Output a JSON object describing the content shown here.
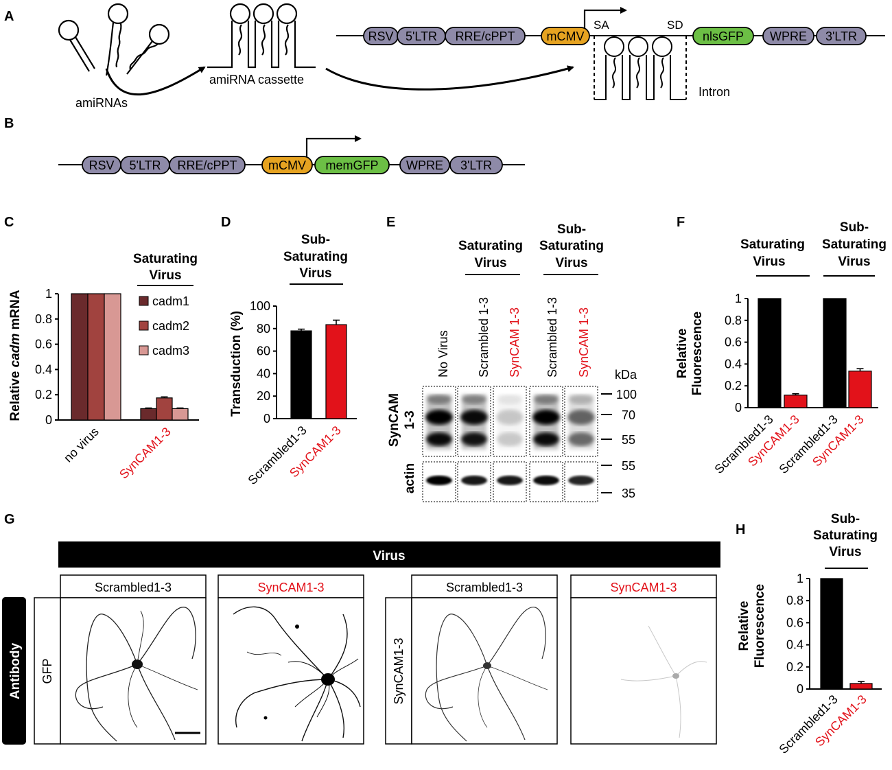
{
  "colors": {
    "cassette": "#8e8aa8",
    "cmv": "#e6a321",
    "gfp": "#6cbf45",
    "red": "#e2121a",
    "cadm1": "#6a2a2c",
    "cadm2": "#a1433f",
    "cadm3": "#d89894",
    "black": "#000000"
  },
  "panelA": {
    "letter": "A",
    "amirnas": "amiRNAs",
    "cassette": "amiRNA cassette",
    "construct": [
      "RSV",
      "5'LTR",
      "RRE/cPPT",
      "mCMV",
      "nlsGFP",
      "WPRE",
      "3'LTR"
    ],
    "sa": "SA",
    "sd": "SD",
    "intron": "Intron"
  },
  "panelB": {
    "letter": "B",
    "construct": [
      "RSV",
      "5'LTR",
      "RRE/cPPT",
      "mCMV",
      "memGFP",
      "WPRE",
      "3'LTR"
    ]
  },
  "panelC": {
    "letter": "C",
    "header": [
      "Saturating",
      "Virus"
    ],
    "ylabel_pre": "Relative ",
    "ylabel_em": "cadm",
    "ylabel_post": " mRNA"
  },
  "panelD": {
    "letter": "D",
    "header": [
      "Sub-",
      "Saturating",
      "Virus"
    ],
    "ylabel": "Transduction (%)"
  },
  "panelE": {
    "letter": "E",
    "header1": [
      "Saturating",
      "Virus"
    ],
    "header2": [
      "Sub-",
      "Saturating",
      "Virus"
    ],
    "lanes": [
      "No Virus",
      "Scrambled 1-3",
      "SynCAM 1-3",
      "Scrambled 1-3",
      "SynCAM 1-3"
    ],
    "row1": [
      "SynCAM",
      "1-3"
    ],
    "row2": "actin",
    "kda": "kDa",
    "markers": [
      "100",
      "70",
      "55",
      "55",
      "35"
    ]
  },
  "panelF": {
    "letter": "F",
    "header1": [
      "Saturating",
      "Virus"
    ],
    "header2": [
      "Sub-",
      "Saturating",
      "Virus"
    ],
    "ylabel": [
      "Relative",
      "Fluorescence"
    ]
  },
  "panelG": {
    "letter": "G",
    "virus": "Virus",
    "antibody": "Antibody",
    "cols": [
      "Scrambled1-3",
      "SynCAM1-3",
      "Scrambled1-3",
      "SynCAM1-3"
    ],
    "rows": [
      "GFP",
      "SynCAM1-3"
    ]
  },
  "panelH": {
    "letter": "H",
    "header": [
      "Sub-",
      "Saturating",
      "Virus"
    ],
    "ylabel": [
      "Relative",
      "Fluorescence"
    ]
  },
  "chart_data": [
    {
      "type": "bar",
      "panel": "C",
      "categories": [
        "no virus",
        "SynCAM1-3"
      ],
      "series": [
        {
          "name": "cadm1",
          "values": [
            1.0,
            0.09
          ],
          "errors": [
            0,
            0.005
          ]
        },
        {
          "name": "cadm2",
          "values": [
            1.0,
            0.175
          ],
          "errors": [
            0,
            0.008
          ]
        },
        {
          "name": "cadm3",
          "values": [
            1.0,
            0.09
          ],
          "errors": [
            0,
            0.005
          ]
        }
      ],
      "ylim": [
        0,
        1
      ],
      "yticks": [
        "0",
        "0.2",
        "0.4",
        "0.6",
        "0.8",
        "1"
      ],
      "legend": "inside"
    },
    {
      "type": "bar",
      "panel": "D",
      "categories": [
        "Scrambled1-3",
        "SynCAM1-3"
      ],
      "values": [
        78,
        83.5
      ],
      "errors": [
        1.5,
        4
      ],
      "ylim": [
        0,
        100
      ],
      "yticks": [
        "0",
        "20",
        "40",
        "60",
        "80",
        "100"
      ]
    },
    {
      "type": "bar",
      "panel": "F",
      "categories": [
        "Scrambled1-3",
        "SynCAM1-3",
        "Scrambled1-3",
        "SynCAM1-3"
      ],
      "values": [
        1.0,
        0.115,
        1.0,
        0.335
      ],
      "errors": [
        0,
        0.012,
        0,
        0.022
      ],
      "ylim": [
        0,
        1
      ],
      "yticks": [
        "0",
        "0.2",
        "0.4",
        "0.6",
        "0.8",
        "1"
      ]
    },
    {
      "type": "bar",
      "panel": "H",
      "categories": [
        "Scrambled1-3",
        "SynCAM1-3"
      ],
      "values": [
        1.0,
        0.05
      ],
      "errors": [
        0,
        0.018
      ],
      "ylim": [
        0,
        1
      ],
      "yticks": [
        "0",
        "0.2",
        "0.4",
        "0.6",
        "0.8",
        "1"
      ]
    }
  ]
}
